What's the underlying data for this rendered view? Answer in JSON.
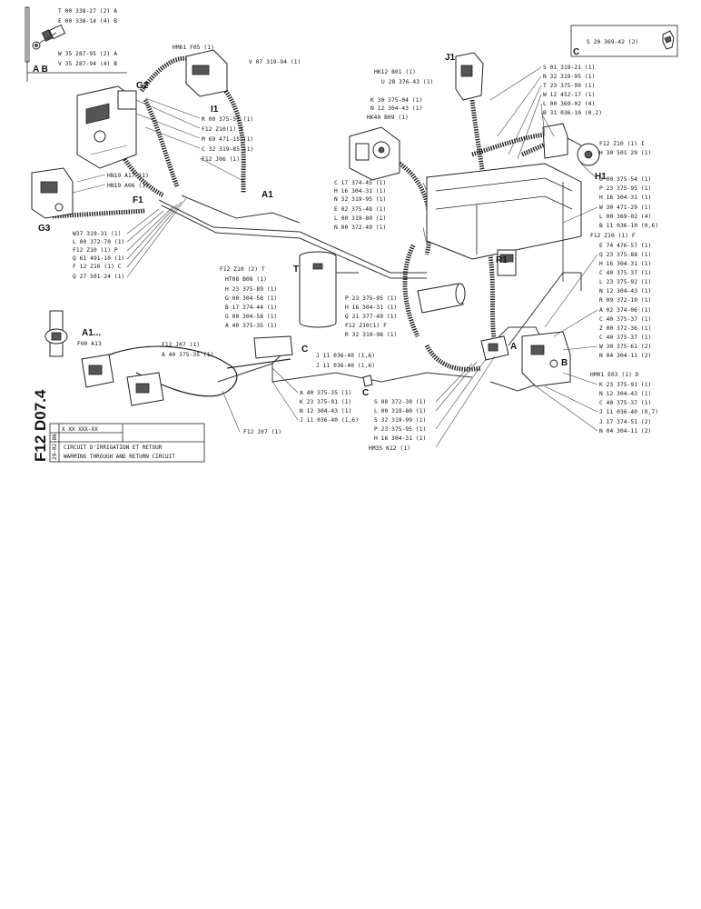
{
  "sheet_code": "F12 D07.4",
  "callout_top_left": [
    "T 00 338-27 (2) A",
    "E 00 338-14 (4) B",
    "W 35 287-95 (2) A",
    "V 35 287-94 (4) B"
  ],
  "inset_ab_label": "A B",
  "inset_c": {
    "part": "S 20 369-42 (2)",
    "letter": "C"
  },
  "markers": {
    "J1": "J1",
    "I1": "I1",
    "G2": "G2",
    "H1": "H1",
    "A1": "A1",
    "F1": "F1",
    "G3": "G3",
    "T": "T",
    "C": "C",
    "A": "A",
    "R1": "R1",
    "B": "B",
    "A1_detail": "A1..."
  },
  "labels_left": [
    "HM61 F05 (1)",
    "V 07 319-94 (1)",
    "R 00 375-51 (1)",
    "F12 Z10(1) Y",
    "M 69 471-15 (1)",
    "C 32 319-85 (1)",
    "F12 J06 (1)",
    "HN19 A17 (1)",
    "HN19 A06 (1)",
    "W37 319-31 (1)",
    "L 00 372-70 (1)",
    "F12 Z10 (1) P",
    "Q 61 491-10 (1)",
    "F 12 Z10 (1) C",
    "Q 27 501-24 (1)"
  ],
  "labels_center": [
    "F12 Z10 (2) T",
    "HT08 B08 (1)",
    "H 23 375-89 (1)",
    "G 00 304-58 (1)",
    "B 17 374-44 (1)",
    "G 00 304-58 (1)",
    "A 40 375-35 (1)",
    "P 23 375-95 (1)",
    "H 16 304-31 (1)",
    "Q 21 377-49 (1)",
    "F12 Z10(1) F",
    "R 32 319-98 (1)",
    "F00 A13",
    "F12 J07 (1)",
    "A 40 375-35 (1)",
    "J 11 036-40 (1,6)",
    "J 11 036-40 (1,6)",
    "A 40 375-35 (1)",
    "K 23 375-91 (1)",
    "N 12 304-43 (1)",
    "J 11 036-40 (1,6)",
    "F12 J07 (1)"
  ],
  "labels_upper_middle": [
    "HK12 B01 (1)",
    "U 28 376-43 (1)",
    "K 30 375-04 (1)",
    "N 12 304-43 (1)",
    "HK40 B09 (1)",
    "C 17 374-45 (1)",
    "H 16 304-31 (1)",
    "N 32 319-95 (1)",
    "E 02 375-48 (1)",
    "L 00 319-80 (1)",
    "N 00 372-49 (1)"
  ],
  "labels_bottom_center": [
    "S 00 372-30 (1)",
    "L 00 319-80 (1)",
    "S 32 319-99 (1)",
    "P 23 375-95 (1)",
    "H 16 304-31 (1)",
    "HM35 K12 (1)"
  ],
  "labels_right": [
    "S 01 319-21 (1)",
    "N 32 319-95 (1)",
    "T 23 375-99 (1)",
    "W 12 452-17 (1)",
    "L 00 369-02 (4)",
    "B 31 036-10 (0,2)",
    "F12 Z10 (1) I",
    "H 30 501 29 (1)",
    "U 00 375-54 (1)",
    "P 23 375-95 (1)",
    "H 16 304-31 (1)",
    "W 30 471-29 (1)",
    "L 00 369-02 (4)",
    "B 11 036-10 (0,6)",
    "F12 Z10 (1) F",
    "E 74 476-57 (1)",
    "Q 23 375-88 (1)",
    "H 16 304-31 (1)",
    "C 40 375-37 (1)",
    "L 23 375-92 (1)",
    "N 12 304-43 (1)",
    "R 09 372-19 (1)",
    "A 02 374-06 (1)",
    "C 40 375-37 (1)",
    "Z 00 372-36 (1)",
    "C 40 375-37 (1)",
    "W 30 375-61 (2)",
    "N 04 304-11 (2)",
    "HM01 E03 (1) D",
    "K 23 375-91 (1)",
    "N 12 304-43 (1)",
    "C 40 375-37 (1)",
    "J 11 036-40 (0,7)",
    "J 17 374-51 (2)",
    "N 04 304-11 (2)"
  ],
  "title_block": {
    "code": "X XX XXX-XX",
    "date": "29-02-86",
    "line_fr": "CIRCUIT D'IRRIGATION ET RETOUR",
    "line_en": "WARMING THROUGH AND RETURN CIRCUIT"
  }
}
